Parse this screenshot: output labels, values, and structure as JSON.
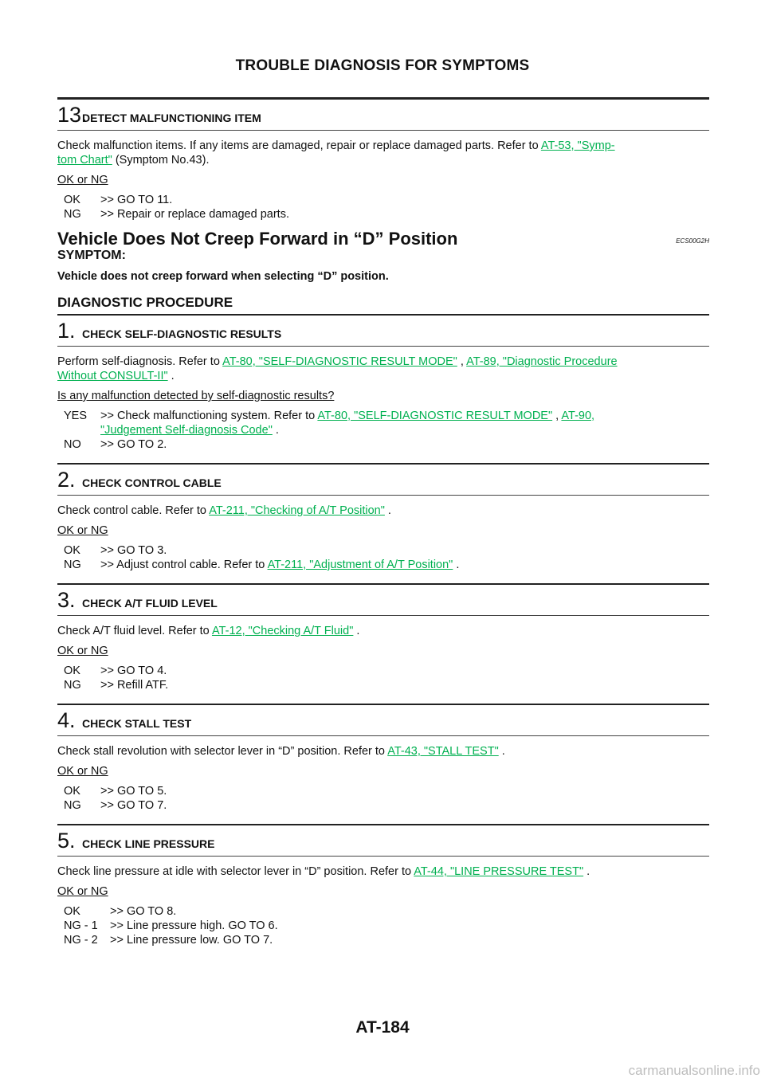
{
  "header": {
    "title": "TROUBLE DIAGNOSIS FOR SYMPTOMS"
  },
  "step13": {
    "number": "13.",
    "title": "DETECT MALFUNCTIONING ITEM",
    "text_before": "Check malfunction items. If any items are damaged, repair or replace damaged parts. Refer to ",
    "link_line1": "AT-53, \"Symp-",
    "link_line2": "tom Chart\"",
    "text_after": "  (Symptom No.43).",
    "question": "OK or NG",
    "results": [
      {
        "code": "OK",
        "text": ">> GO TO 11."
      },
      {
        "code": "NG",
        "text": ">> Repair or replace damaged parts."
      }
    ]
  },
  "section": {
    "title": "Vehicle Does Not Creep Forward in “D” Position",
    "code": "ECS00G2H",
    "symptom_label": "SYMPTOM:",
    "symptom_text": "Vehicle does not creep forward when selecting “D” position.",
    "procedure_title": "DIAGNOSTIC PROCEDURE"
  },
  "step1": {
    "number": "1.",
    "title": "CHECK SELF-DIAGNOSTIC RESULTS",
    "text_before": "Perform self-diagnosis. Refer to ",
    "link1": "AT-80, \"SELF-DIAGNOSTIC RESULT MODE\"",
    "sep": " , ",
    "link2_line1": "AT-89, \"Diagnostic Procedure",
    "link2_line2": "Without CONSULT-II\"",
    "text_after": " .",
    "question": "Is any malfunction detected by self-diagnostic results?",
    "yes_code": "YES",
    "yes_text": ">> Check malfunctioning system. Refer to ",
    "yes_link1": "AT-80, \"SELF-DIAGNOSTIC RESULT MODE\"",
    "yes_sep": " , ",
    "yes_link2_line1": "AT-90,",
    "yes_link2_line2": "\"Judgement Self-diagnosis Code\"",
    "yes_after": " .",
    "no_code": "NO",
    "no_text": ">> GO TO 2."
  },
  "step2": {
    "number": "2.",
    "title": "CHECK CONTROL CABLE",
    "text_before": "Check control cable. Refer to ",
    "link": "AT-211, \"Checking of A/T Position\"",
    "text_after": " .",
    "question": "OK or NG",
    "ok_code": "OK",
    "ok_text": ">> GO TO 3.",
    "ng_code": "NG",
    "ng_text": ">> Adjust control cable. Refer to ",
    "ng_link": "AT-211, \"Adjustment of A/T Position\"",
    "ng_after": " ."
  },
  "step3": {
    "number": "3.",
    "title": "CHECK A/T FLUID LEVEL",
    "text_before": "Check A/T fluid level. Refer to ",
    "link": "AT-12, \"Checking A/T Fluid\"",
    "text_after": " .",
    "question": "OK or NG",
    "results": [
      {
        "code": "OK",
        "text": ">> GO TO 4."
      },
      {
        "code": "NG",
        "text": ">> Refill ATF."
      }
    ]
  },
  "step4": {
    "number": "4.",
    "title": "CHECK STALL TEST",
    "text_before": "Check stall revolution with selector lever in “D” position. Refer to ",
    "link": "AT-43, \"STALL TEST\"",
    "text_after": " .",
    "question": "OK or NG",
    "results": [
      {
        "code": "OK",
        "text": ">> GO TO 5."
      },
      {
        "code": "NG",
        "text": ">> GO TO 7."
      }
    ]
  },
  "step5": {
    "number": "5.",
    "title": "CHECK LINE PRESSURE",
    "text_before": "Check line pressure at idle with selector lever in “D” position. Refer to ",
    "link": "AT-44, \"LINE PRESSURE TEST\"",
    "text_after": " .",
    "question": "OK or NG",
    "results": [
      {
        "code": "OK",
        "text": ">> GO TO 8."
      },
      {
        "code": "NG - 1",
        "text": ">> Line pressure high. GO TO 6."
      },
      {
        "code": "NG - 2",
        "text": ">> Line pressure low. GO TO 7."
      }
    ]
  },
  "footer": {
    "page_number": "AT-184"
  },
  "watermark": {
    "text": "carmanualsonline.info"
  },
  "colors": {
    "link": "#00b050",
    "text": "#111111",
    "watermark": "#bdbdbd"
  }
}
